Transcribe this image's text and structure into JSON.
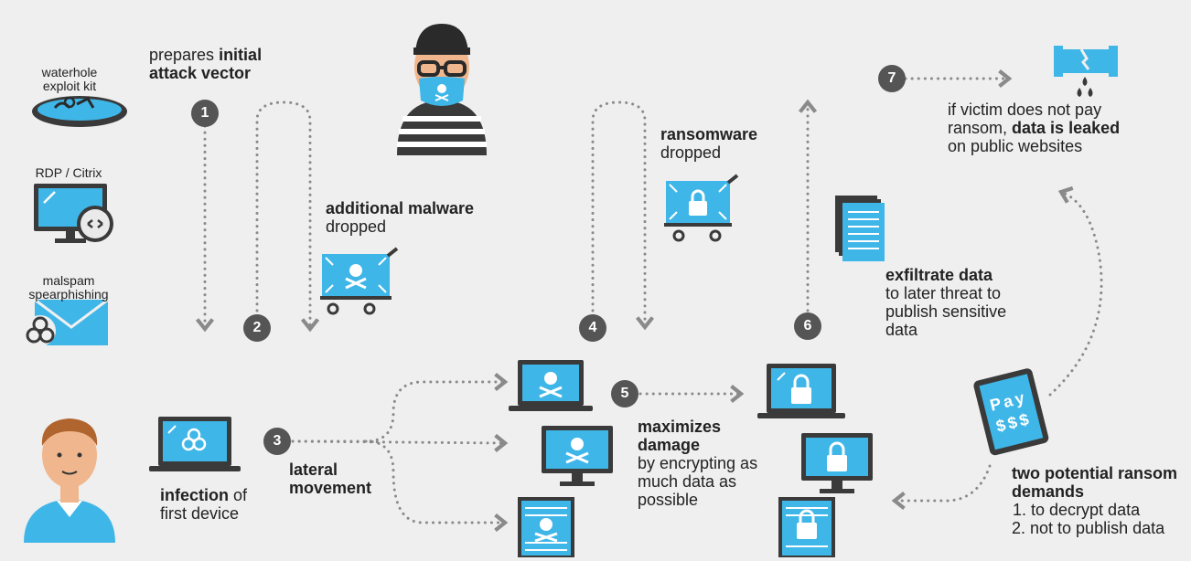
{
  "vectors": {
    "waterhole": "waterhole exploit kit",
    "rdp": "RDP / Citrix",
    "malspam": "malspam spearphishing"
  },
  "steps": {
    "s1": {
      "number": "1",
      "bold": "initial attack vector",
      "prefix": "prepares"
    },
    "s2": {
      "number": "2",
      "bold": "additional malware",
      "suffix": "dropped"
    },
    "s3": {
      "number": "3",
      "bold": "lateral movement"
    },
    "s4": {
      "number": "4",
      "bold": "ransomware",
      "suffix": "dropped"
    },
    "s5": {
      "number": "5",
      "bold": "maximizes damage",
      "suffix": "by encrypting as much data as possible"
    },
    "s6": {
      "number": "6",
      "bold": "exfiltrate data",
      "suffix": "to later threat to publish sensitive data"
    },
    "s7": {
      "number": "7",
      "pre": "if victim does not pay ransom,",
      "bold": "data is leaked",
      "post": "on public websites"
    }
  },
  "infection": {
    "bold": "infection",
    "rest": "of",
    "line2": "first device"
  },
  "demands": {
    "title": "two potential ransom demands",
    "item1": "1. to decrypt data",
    "item2": "2. not to publish data"
  },
  "paysign": {
    "line1": "Pay",
    "line2": "$$$"
  },
  "colors": {
    "accent": "#3fb6e8",
    "dark": "#3a3a3a",
    "dots": "#8a8a8a",
    "bg": "#efefef"
  }
}
